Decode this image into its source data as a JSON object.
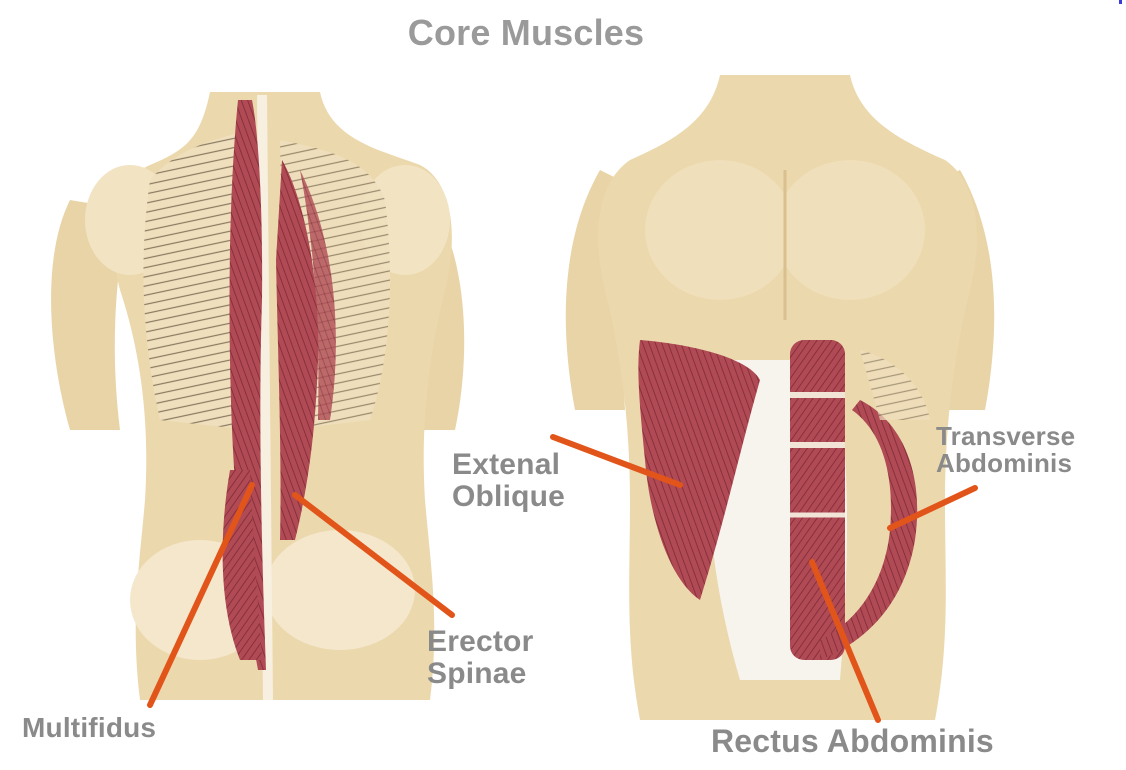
{
  "title": "Core Muscles",
  "figures": [
    {
      "name": "back-torso",
      "view": "posterior"
    },
    {
      "name": "front-torso",
      "view": "anterior"
    }
  ],
  "labels": {
    "multifidus": "Multifidus",
    "erector_line1": "Erector",
    "erector_line2": "Spinae",
    "external_line1": "Extenal",
    "external_line2": "Oblique",
    "transverse_line1": "Transverse",
    "transverse_line2": "Abdominis",
    "rectus": "Rectus Abdominis"
  },
  "colors": {
    "skin": "#ecd8ad",
    "skin_shadow": "#d9c08e",
    "muscle": "#a8424d",
    "muscle_dark": "#7e2a35",
    "leader_line": "#e2551a",
    "label_text": "#8a8a8a"
  }
}
